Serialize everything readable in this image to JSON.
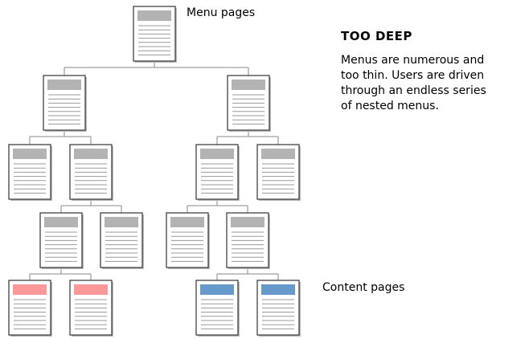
{
  "labels": {
    "menu_pages": "Menu pages",
    "content_pages": "Content pages"
  },
  "heading": "TOO DEEP",
  "description_lines": [
    "Menus are numerous and",
    "too thin. Users are driven",
    "through an endless series",
    "of nested menus."
  ],
  "colors": {
    "menu_header": "#b3b3b3",
    "content_pink": "#ff9999",
    "content_blue": "#6699cc",
    "page_border": "#333333",
    "line": "#888888"
  },
  "tree": {
    "id": "root",
    "kind": "menu",
    "children": [
      {
        "id": "l1-left",
        "kind": "menu",
        "children": [
          {
            "id": "l2-a",
            "kind": "menu",
            "children": []
          },
          {
            "id": "l2-b",
            "kind": "menu",
            "children": [
              {
                "id": "l3-a",
                "kind": "menu",
                "children": [
                  {
                    "id": "l4-a",
                    "kind": "content-pink",
                    "children": []
                  },
                  {
                    "id": "l4-b",
                    "kind": "content-pink",
                    "children": []
                  }
                ]
              },
              {
                "id": "l3-b",
                "kind": "menu",
                "children": []
              }
            ]
          }
        ]
      },
      {
        "id": "l1-right",
        "kind": "menu",
        "children": [
          {
            "id": "l2-c",
            "kind": "menu",
            "children": [
              {
                "id": "l3-c",
                "kind": "menu",
                "children": []
              },
              {
                "id": "l3-d",
                "kind": "menu",
                "children": [
                  {
                    "id": "l4-c",
                    "kind": "content-blue",
                    "children": []
                  },
                  {
                    "id": "l4-d",
                    "kind": "content-blue",
                    "children": []
                  }
                ]
              }
            ]
          },
          {
            "id": "l2-d",
            "kind": "menu",
            "children": []
          }
        ]
      }
    ]
  }
}
